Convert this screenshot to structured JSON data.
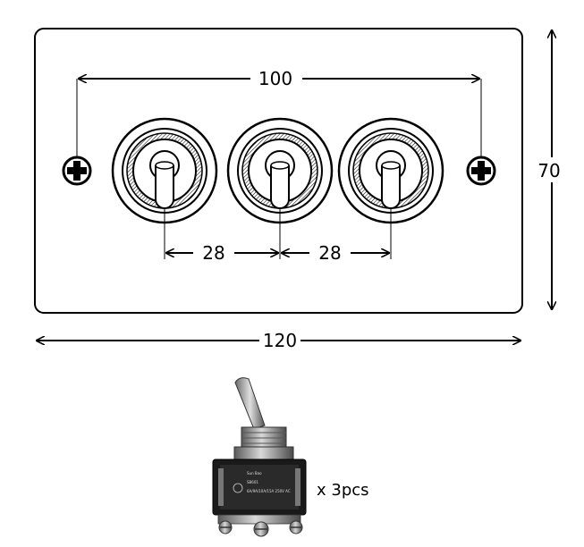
{
  "dimensions": {
    "screw_spacing": "100",
    "switch_spacing_left": "28",
    "switch_spacing_right": "28",
    "plate_width": "120",
    "plate_height": "70"
  },
  "quantity_label": "x 3pcs",
  "plate": {
    "screw_count": 2,
    "switch_count": 3
  },
  "product_marking": {
    "brand": "Sun Bao",
    "line1": "SB601",
    "line2": "6A/9A/10A/15A 250V AC"
  },
  "colors": {
    "line": "#000000",
    "background": "#ffffff",
    "switch_body": "#1a1a1a",
    "switch_metal": "#8a8a8a"
  }
}
